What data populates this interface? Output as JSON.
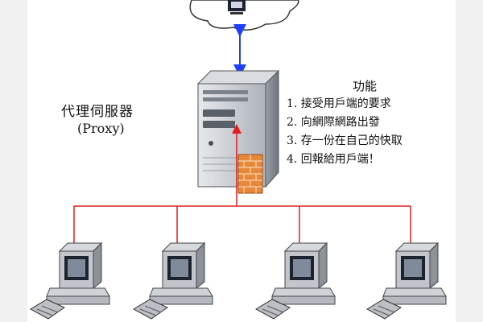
{
  "proxy": {
    "title": "代理伺服器",
    "subtitle": "(Proxy)"
  },
  "functions": {
    "title": "功能",
    "items": [
      "1. 接受用戶端的要求",
      "2. 向網際網路出發",
      "3. 存一份在自己的快取",
      "4. 回報給用戶端！"
    ]
  },
  "colors": {
    "internet_link": "#1f3fff",
    "lan_wire": "#e02020",
    "firewall": "#e8893a",
    "server_body": "#c8ccd2"
  },
  "icons": {
    "internet": "cloud-icon",
    "server": "server-tower-icon",
    "firewall": "firewall-icon",
    "client": "desktop-computer-icon"
  },
  "client_count": 4
}
